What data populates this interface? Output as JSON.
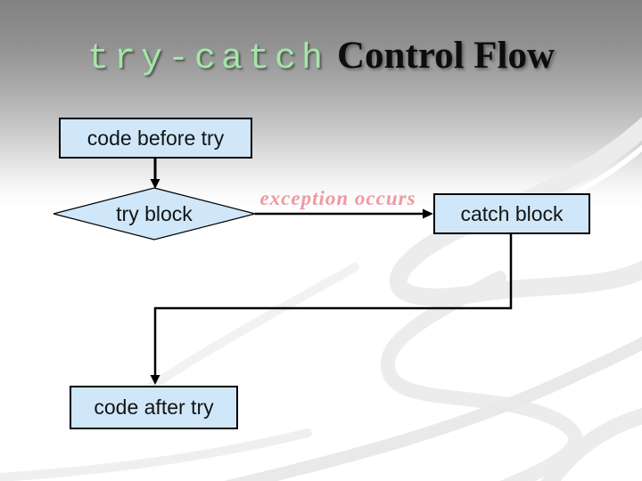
{
  "slide": {
    "title": {
      "code_part": "try-catch",
      "serif_part": "Control Flow",
      "code_color": "#a2e8a6",
      "serif_color": "#0d0d0d"
    },
    "flowchart": {
      "type": "flowchart",
      "node_fill": "#cfe7f9",
      "node_border": "#000000",
      "connector_color": "#000000",
      "nodes": {
        "code_before_try": {
          "label": "code before try",
          "shape": "rectangle"
        },
        "try_block": {
          "label": "try block",
          "shape": "diamond"
        },
        "catch_block": {
          "label": "catch block",
          "shape": "rectangle"
        },
        "code_after_try": {
          "label": "code after try",
          "shape": "rectangle"
        }
      },
      "edges": [
        {
          "from": "code_before_try",
          "to": "try_block",
          "label": ""
        },
        {
          "from": "try_block",
          "to": "catch_block",
          "label": "exception occurs"
        },
        {
          "from": "catch_block",
          "to": "code_after_try",
          "label": ""
        }
      ],
      "edge_label": {
        "text": "exception occurs",
        "color": "#ee99a1"
      }
    },
    "background": {
      "top_color": "#828282",
      "bottom_color": "#ffffff",
      "swirl_color": "#ececec"
    }
  }
}
